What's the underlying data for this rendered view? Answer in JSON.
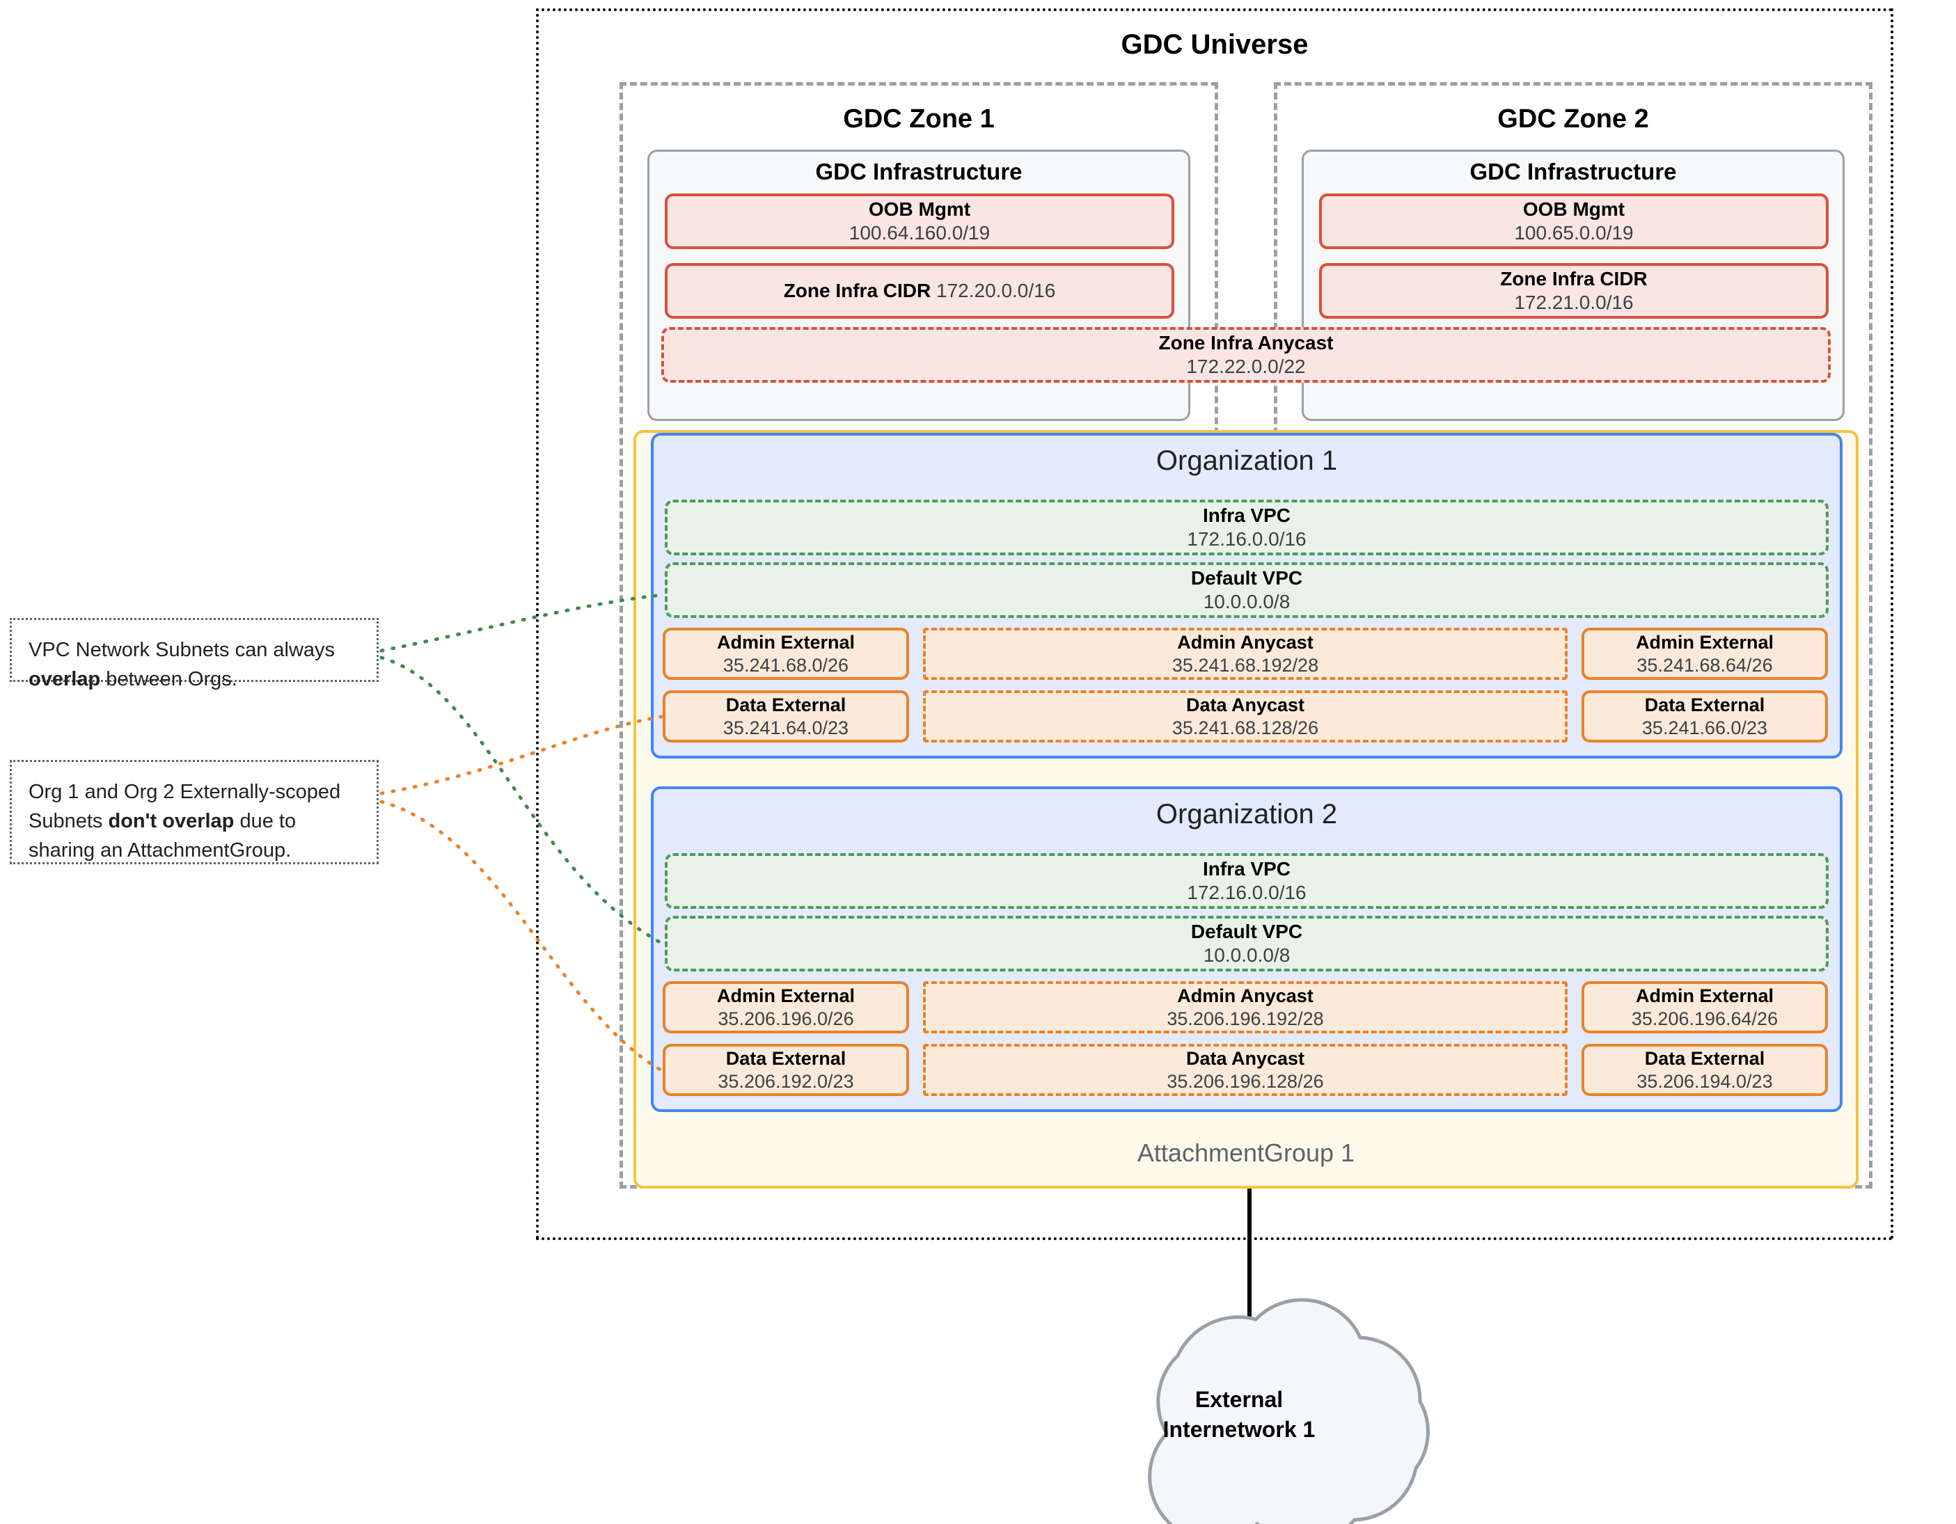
{
  "universe": {
    "title": "GDC Universe"
  },
  "zones": [
    {
      "title": "GDC Zone 1",
      "infra_title": "GDC Infrastructure",
      "oob": {
        "label": "OOB Mgmt",
        "cidr": "100.64.160.0/19"
      },
      "zone_infra_cidr": {
        "label": "Zone Infra CIDR",
        "cidr": "172.20.0.0/16"
      }
    },
    {
      "title": "GDC Zone 2",
      "infra_title": "GDC Infrastructure",
      "oob": {
        "label": "OOB Mgmt",
        "cidr": "100.65.0.0/19"
      },
      "zone_infra_cidr": {
        "label": "Zone Infra CIDR",
        "cidr": "172.21.0.0/16"
      }
    }
  ],
  "zone_infra_anycast": {
    "label": "Zone Infra Anycast",
    "cidr": "172.22.0.0/22"
  },
  "attachment_group": {
    "label": "AttachmentGroup 1"
  },
  "organizations": [
    {
      "title": "Organization 1",
      "infra_vpc": {
        "label": "Infra VPC",
        "cidr": "172.16.0.0/16"
      },
      "default_vpc": {
        "label": "Default VPC",
        "cidr": "10.0.0.0/8"
      },
      "admin_external_left": {
        "label": "Admin External",
        "cidr": "35.241.68.0/26"
      },
      "admin_anycast": {
        "label": "Admin Anycast",
        "cidr": "35.241.68.192/28"
      },
      "admin_external_right": {
        "label": "Admin External",
        "cidr": "35.241.68.64/26"
      },
      "data_external_left": {
        "label": "Data External",
        "cidr": "35.241.64.0/23"
      },
      "data_anycast": {
        "label": "Data Anycast",
        "cidr": "35.241.68.128/26"
      },
      "data_external_right": {
        "label": "Data External",
        "cidr": "35.241.66.0/23"
      }
    },
    {
      "title": "Organization 2",
      "infra_vpc": {
        "label": "Infra VPC",
        "cidr": "172.16.0.0/16"
      },
      "default_vpc": {
        "label": "Default VPC",
        "cidr": "10.0.0.0/8"
      },
      "admin_external_left": {
        "label": "Admin External",
        "cidr": "35.206.196.0/26"
      },
      "admin_anycast": {
        "label": "Admin Anycast",
        "cidr": "35.206.196.192/28"
      },
      "admin_external_right": {
        "label": "Admin External",
        "cidr": "35.206.196.64/26"
      },
      "data_external_left": {
        "label": "Data External",
        "cidr": "35.206.192.0/23"
      },
      "data_anycast": {
        "label": "Data Anycast",
        "cidr": "35.206.196.128/26"
      },
      "data_external_right": {
        "label": "Data External",
        "cidr": "35.206.194.0/23"
      }
    }
  ],
  "notes": [
    {
      "prefix": "VPC Network Subnets can always ",
      "bold": "overlap",
      "suffix": " between Orgs."
    },
    {
      "prefix": "Org 1 and Org 2 Externally-scoped Subnets ",
      "bold": "don't overlap",
      "suffix": " due to sharing an AttachmentGroup."
    }
  ],
  "external_network": {
    "line1": "External",
    "line2": "Internetwork 1"
  },
  "colors": {
    "red_border": "#d9503c",
    "red_fill": "#f9e6e3",
    "green_border": "#4f9a5b",
    "green_fill": "#e8f2e9",
    "orange_border": "#e8832a",
    "orange_fill": "#fbeada",
    "blue_border": "#4285f4",
    "blue_fill": "#e3eafb",
    "yellow_border": "#f5c33b",
    "yellow_fill": "#fefaeb",
    "gray_border": "#9aa0a6",
    "cloud_fill": "#f4f6fa"
  }
}
